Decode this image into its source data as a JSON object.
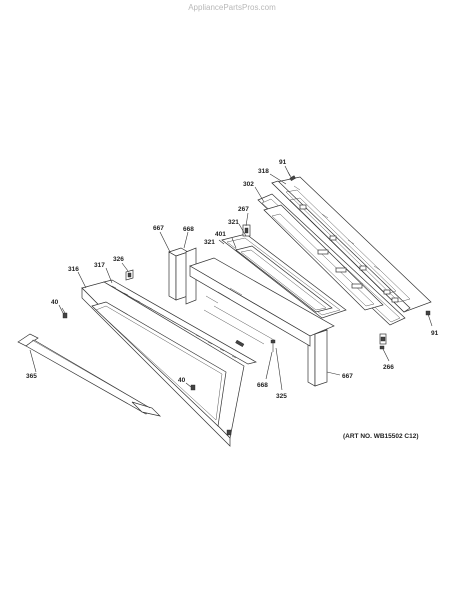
{
  "watermark": "AppliancePartsPros.com",
  "art_number": "(ART NO. WB15502 C12)",
  "callouts": {
    "c91_top": "91",
    "c318": "318",
    "c302": "302",
    "c267": "267",
    "c321_upper": "321",
    "c401": "401",
    "c321_lower": "321",
    "c668_top": "668",
    "c667_top": "667",
    "c326": "326",
    "c317": "317",
    "c316": "316",
    "c40_left": "40",
    "c91_right": "91",
    "c266": "266",
    "c365": "365",
    "c40_center": "40",
    "c668_bottom": "668",
    "c325": "325",
    "c667_bottom": "667"
  }
}
